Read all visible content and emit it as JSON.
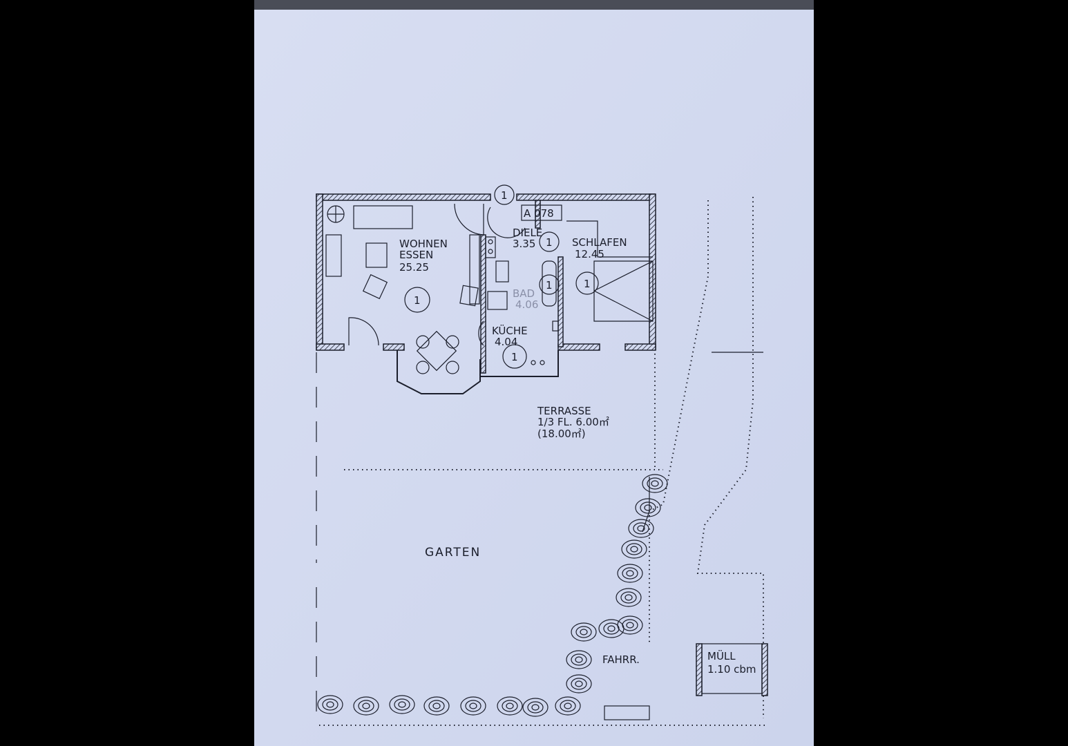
{
  "colors": {
    "paper": "#d3daf0",
    "ink": "#1b1e2b",
    "background": "#000000"
  },
  "plan": {
    "unit_code": "A 078",
    "room_number": "1",
    "rooms": {
      "wohnen": {
        "name_line1": "WOHNEN",
        "name_line2": "ESSEN",
        "area": "25.25"
      },
      "diele": {
        "name": "DIELE",
        "area": "3.35"
      },
      "schlafen": {
        "name": "SCHLAFEN",
        "area": "12.45"
      },
      "bad": {
        "name": "BAD",
        "area": "4.06"
      },
      "kueche": {
        "name": "KÜCHE",
        "area": "4.04"
      }
    },
    "terrasse": {
      "name": "TERRASSE",
      "line2": "1/3 FL. 6.00㎡",
      "line3": "(18.00㎡)"
    },
    "garten": "GARTEN",
    "fahrrad": "FAHRR.",
    "muell": {
      "name": "MÜLL",
      "volume": "1.10 cbm"
    }
  }
}
